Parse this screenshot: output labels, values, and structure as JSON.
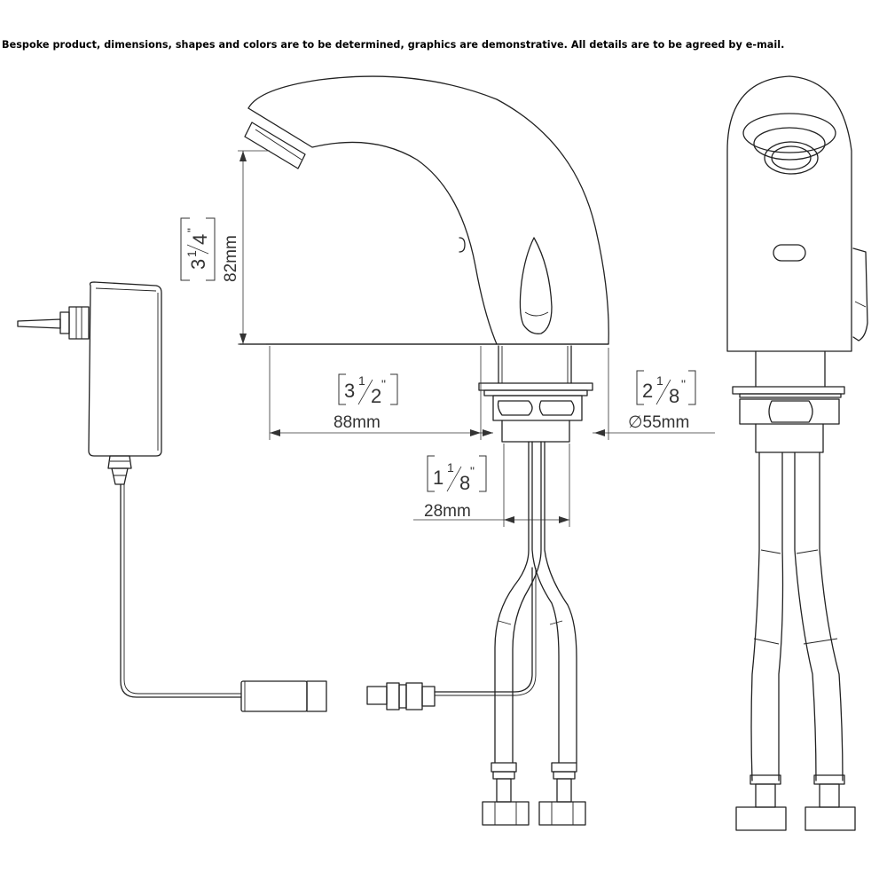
{
  "disclaimer": "Bespoke product, dimensions, shapes and colors are to be determined, graphics are demonstrative. All details are to be agreed by e-mail.",
  "dimensions": {
    "height": {
      "imperial_whole": "3",
      "imperial_num": "1",
      "imperial_den": "4",
      "inch_mark": "\"",
      "metric": "82mm"
    },
    "reach": {
      "imperial_whole": "3",
      "imperial_num": "1",
      "imperial_den": "2",
      "inch_mark": "\"",
      "metric": "88mm"
    },
    "base_diameter": {
      "imperial_whole": "2",
      "imperial_num": "1",
      "imperial_den": "8",
      "inch_mark": "\"",
      "metric": "∅55mm"
    },
    "shank": {
      "imperial_whole": "1",
      "imperial_num": "1",
      "imperial_den": "8",
      "inch_mark": "\"",
      "metric": "28mm"
    }
  }
}
